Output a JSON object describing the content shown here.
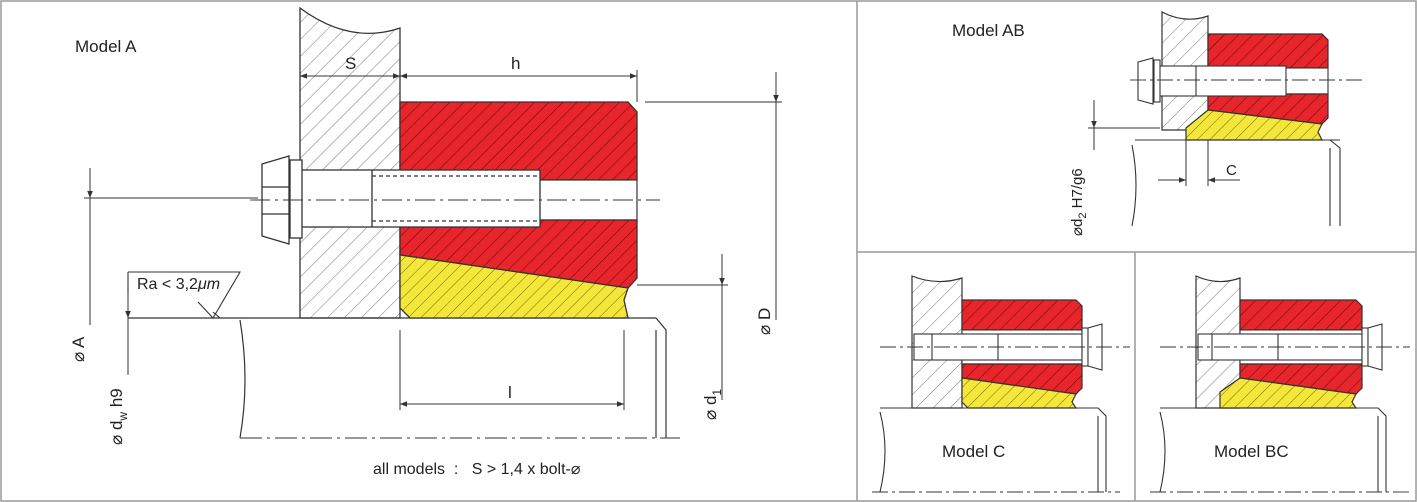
{
  "panels": {
    "model_a": {
      "title": "Model A"
    },
    "model_ab": {
      "title": "Model AB"
    },
    "model_c": {
      "title": "Model C"
    },
    "model_bc": {
      "title": "Model BC"
    }
  },
  "dimensions": {
    "s": "S",
    "h": "h",
    "l": "l",
    "d": "⌀ D",
    "a": "⌀ A",
    "d1": "⌀ d",
    "d1_sub": "1",
    "dw": "⌀ d",
    "dw_sub": "w",
    "dw_tol": "h9",
    "d2": "⌀d",
    "d2_sub": "2",
    "d2_tol": "H7/g6",
    "c": "C"
  },
  "roughness": {
    "label": "Ra < 3,2",
    "unit": "μm"
  },
  "note": {
    "prefix": "all models",
    "sep": ":",
    "rule": "S > 1,4 x bolt-⌀"
  },
  "colors": {
    "red": "#e8252b",
    "yellow": "#f5e73a",
    "line": "#333333",
    "hatch": "#555555",
    "frame": "#999999"
  }
}
